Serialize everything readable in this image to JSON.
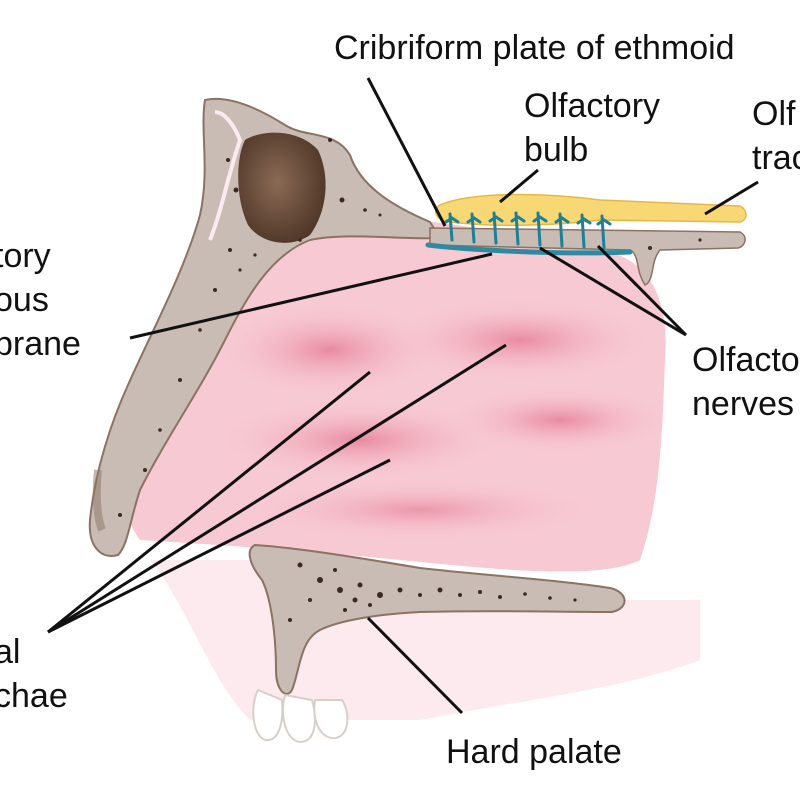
{
  "labels": {
    "cribriform_plate": "Cribriform plate of ethmoid",
    "olfactory_bulb_line1": "Olfactory",
    "olfactory_bulb_line2": "bulb",
    "olfactory_tract_line1": "Olf",
    "olfactory_tract_line2": "trac",
    "olfactory_mucous_line1": "tory",
    "olfactory_mucous_line2": "ous",
    "olfactory_mucous_line3": "brane",
    "olfactory_nerves_line1": "Olfacto",
    "olfactory_nerves_line2": "nerves",
    "conchae_line1": "al",
    "conchae_line2": "chae",
    "hard_palate": "Hard palate"
  },
  "colors": {
    "tissue_pink": "#f7c9d2",
    "turbinate_pink": "#ee9fb3",
    "bone_gray": "#c9bcb4",
    "bone_dark": "#6a5346",
    "sinus_brown": "#6b4c39",
    "bulb_yellow": "#f8d775",
    "nerve_teal": "#1f7f95",
    "leader_line": "#111111"
  },
  "icons": [
    "cribriform-plate",
    "olfactory-bulb",
    "olfactory-nerves",
    "nasal-conchae",
    "hard-palate",
    "frontal-sinus"
  ]
}
